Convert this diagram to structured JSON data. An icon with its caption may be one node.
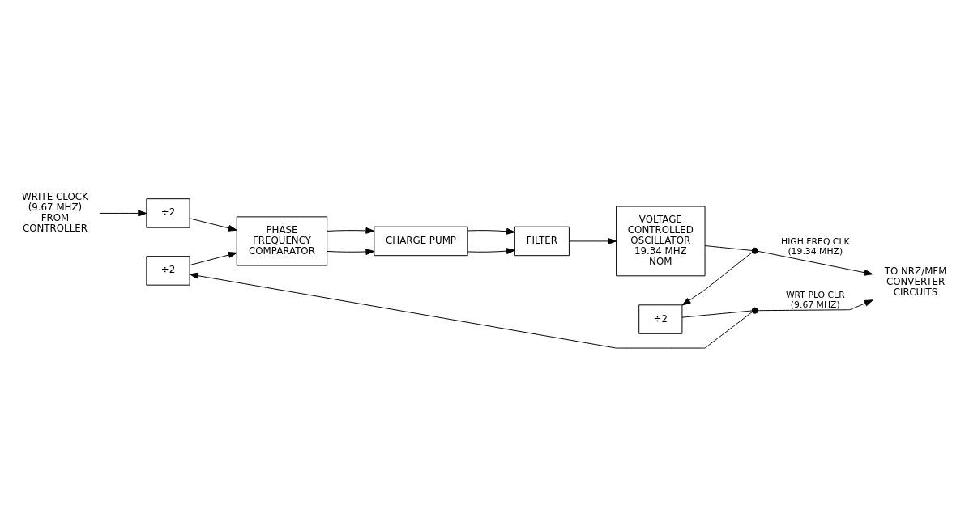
{
  "diagram": {
    "nodes": [
      {
        "text": [
          "WRITE CLOCK (9.67 MHZ) FROM CONTROLLER"
        ]
      },
      {
        "text": [
          "÷2"
        ]
      },
      {
        "text": [
          "÷2"
        ]
      },
      {
        "text": [
          "PHASE FREQUENCY COMPARATOR"
        ]
      },
      {
        "text": [
          "CHARGE PUMP"
        ]
      },
      {
        "text": [
          "FILTER"
        ]
      },
      {
        "text": [
          "VOLTAGE CONTROLLED OSCILLATOR 19.34 MHZ NOM"
        ]
      },
      {
        "text": [
          "÷2"
        ]
      },
      {
        "text": [],
        "shape": "circle"
      },
      {
        "text": [],
        "shape": "circle"
      },
      {
        "text": [
          "TO NRZ/MFM CONVERTER CIRCUITS"
        ]
      }
    ],
    "edges": [
      {
        "from": 0,
        "to": 1,
        "arrow": "to"
      },
      {
        "from": 1,
        "to": 3,
        "arrow": "to"
      },
      {
        "from": 2,
        "to": 3,
        "arrow": "to"
      },
      {
        "from": 3,
        "to": 4,
        "arrow": "to"
      },
      {
        "from": 3,
        "to": 4,
        "arrow": "to"
      },
      {
        "from": 4,
        "to": 5,
        "arrow": "to"
      },
      {
        "from": 4,
        "to": 5,
        "arrow": "to"
      },
      {
        "from": 5,
        "to": 6,
        "arrow": "to"
      },
      {
        "from": 6,
        "to": 8,
        "arrow": "none"
      },
      {
        "from": 8,
        "to": 10,
        "arrow": "to",
        "label": "HIGH FREQ CLK (19.34 MHZ)"
      },
      {
        "from": 8,
        "to": 7,
        "arrow": "to"
      },
      {
        "from": 7,
        "to": 9,
        "arrow": "none"
      },
      {
        "from": 9,
        "to": 10,
        "arrow": "to",
        "label": "WRT PLO CLR (9.67 MHZ)"
      },
      {
        "from": 9,
        "to": 2,
        "arrow": "to"
      }
    ]
  }
}
